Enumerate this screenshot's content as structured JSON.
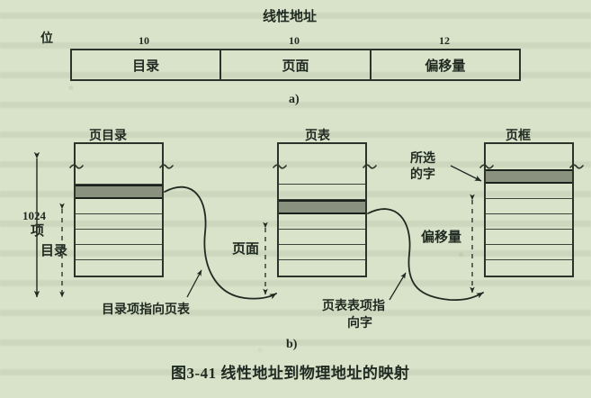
{
  "figure": {
    "caption": "图3-41  线性地址到物理地址的映射",
    "part_a_label": "a)",
    "part_b_label": "b)"
  },
  "part_a": {
    "title": "线性地址",
    "bits_label": "位",
    "fields": [
      {
        "name": "目录",
        "bits": "10"
      },
      {
        "name": "页面",
        "bits": "10"
      },
      {
        "name": "偏移量",
        "bits": "12"
      }
    ]
  },
  "part_b": {
    "tables": [
      {
        "name": "页目录",
        "rows": 8,
        "highlight_index": 2
      },
      {
        "name": "页表",
        "rows": 8,
        "highlight_index": 3
      },
      {
        "name": "页框",
        "rows": 8,
        "highlight_index": 1
      }
    ],
    "annotations": {
      "entries_count": "1024",
      "entries_unit": "项",
      "directory_span": "目录",
      "page_span": "页面",
      "offset_span": "偏移量",
      "selected_word": "所选\n的字",
      "selected_word_line1": "所选",
      "selected_word_line2": "的字",
      "arrow1_caption": "目录项指向页表",
      "arrow2_caption_line1": "页表表项指",
      "arrow2_caption_line2": "向字"
    }
  },
  "colors": {
    "paper": "#d9e3c9",
    "ink": "#1f2a22",
    "line": "#2b332b",
    "highlight_fill": "#8a917f"
  }
}
